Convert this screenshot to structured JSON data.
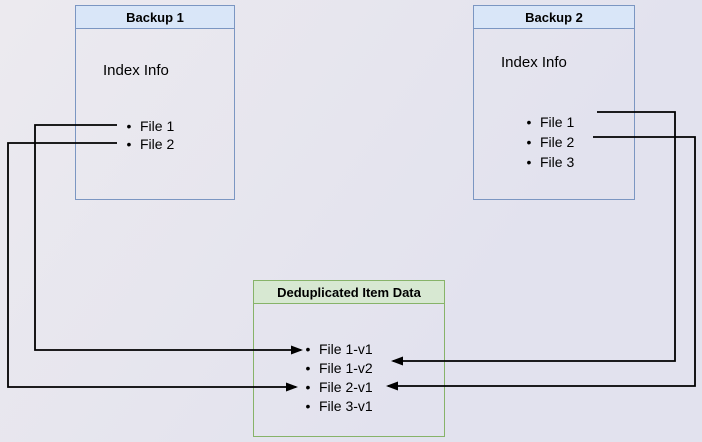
{
  "colors": {
    "bg_light": "#eceaef",
    "bg_dark": "#e2e2ee",
    "blue_border": "#7b96c2",
    "blue_fill": "#d9e6f8",
    "green_border": "#87b369",
    "green_fill": "#d7e8d2",
    "line": "#000000",
    "text": "#000000"
  },
  "backup1": {
    "title": "Backup 1",
    "subtitle": "Index Info",
    "files": [
      "File 1",
      "File 2"
    ]
  },
  "backup2": {
    "title": "Backup 2",
    "subtitle": "Index Info",
    "files": [
      "File 1",
      "File 2",
      "File 3"
    ]
  },
  "dedup": {
    "title": "Deduplicated Item Data",
    "items": [
      "File 1-v1",
      "File 1-v2",
      "File 2-v1",
      "File 3-v1"
    ]
  },
  "edges": [
    {
      "from": "Backup 1 / File 1",
      "to": "Deduplicated Item Data / File 1-v1"
    },
    {
      "from": "Backup 1 / File 2",
      "to": "Deduplicated Item Data / File 2-v1"
    },
    {
      "from": "Backup 2 / File 1",
      "to": "Deduplicated Item Data / File 1-v2"
    },
    {
      "from": "Backup 2 / File 2",
      "to": "Deduplicated Item Data / File 2-v1"
    }
  ]
}
